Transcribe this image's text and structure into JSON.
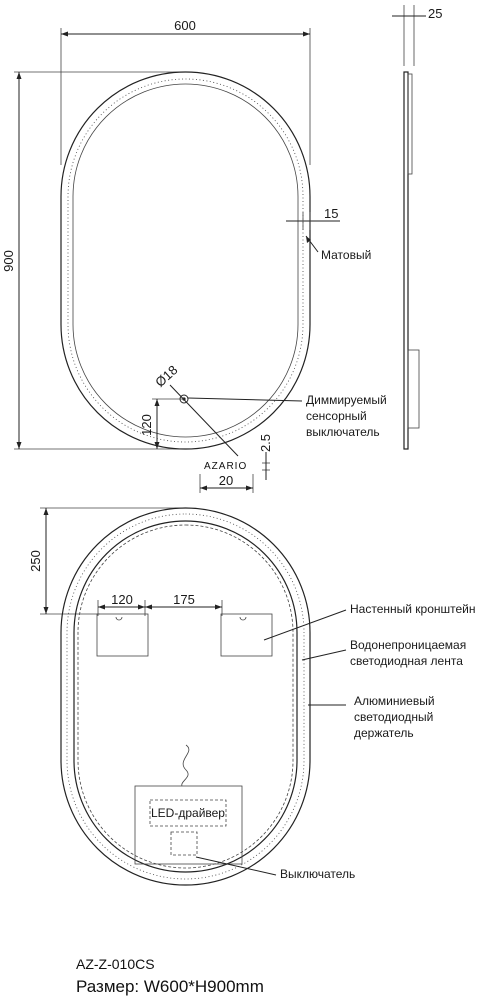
{
  "front_view": {
    "width_dim": "600",
    "height_dim": "900",
    "frame_dim": "15",
    "frame_label": "Матовый",
    "switch_diameter": "Ø18",
    "switch_offset": "120",
    "switch_label_lines": [
      "Диммируемый",
      "сенсорный",
      "выключатель"
    ],
    "brand": "AZARIO",
    "logo_gap": "2.5",
    "logo_width": "20"
  },
  "side_view": {
    "depth_dim": "25"
  },
  "back_view": {
    "bracket_top": "250",
    "bracket_left": "120",
    "bracket_gap": "175",
    "labels": {
      "bracket": "Настенный кронштейн",
      "led_strip_lines": [
        "Водонепроницаемая",
        "светодиодная лента"
      ],
      "holder_lines": [
        "Алюминиевый",
        "светодиодный",
        "держатель"
      ],
      "switch": "Выключатель"
    },
    "driver_label": "LED-драйвер"
  },
  "footer": {
    "model": "AZ-Z-010CS",
    "size": "Размер: W600*H900mm"
  }
}
